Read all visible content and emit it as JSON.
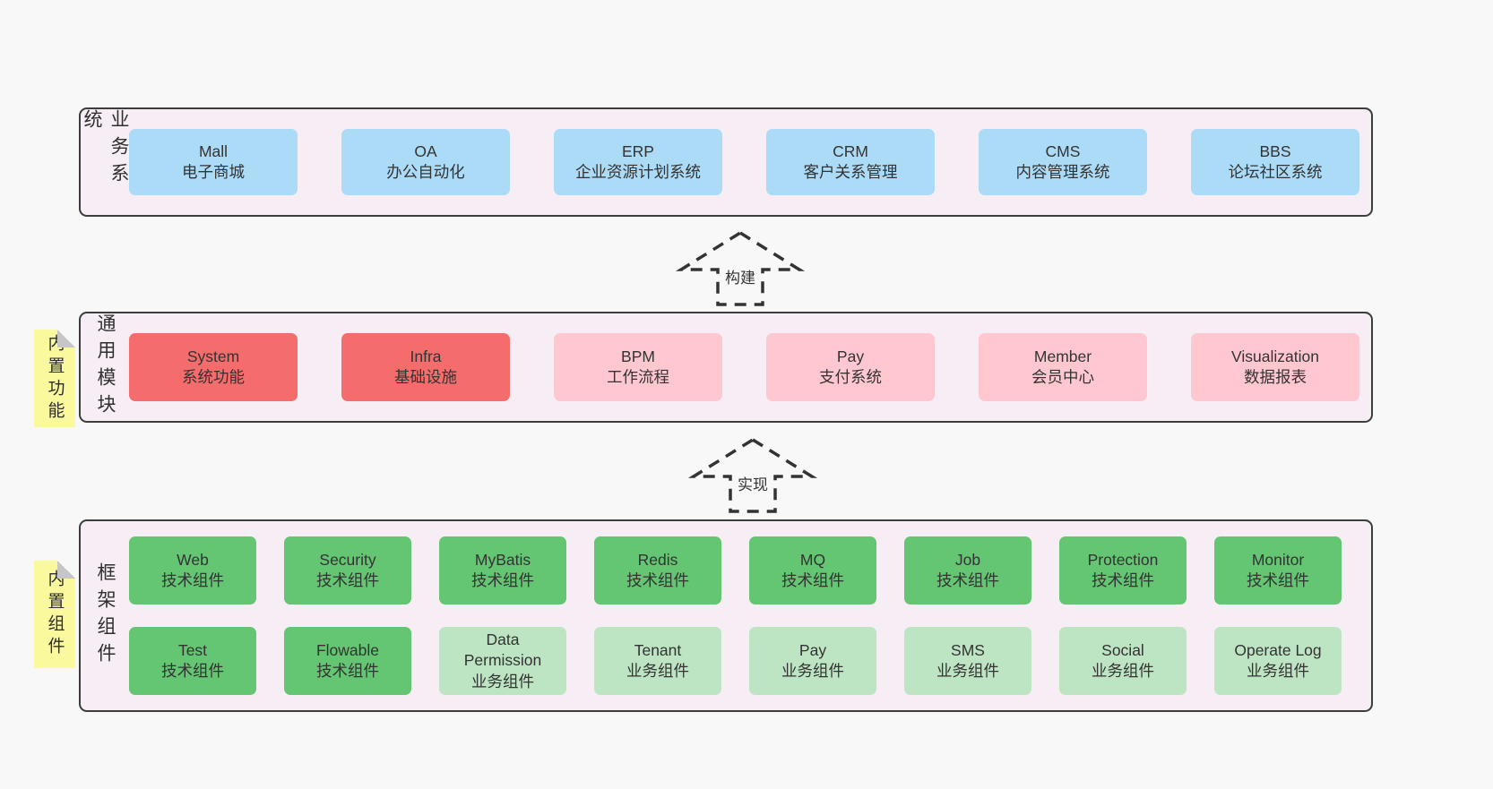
{
  "colors": {
    "page_bg": "#f8f8f8",
    "section_bg": "#f6edf5",
    "section_border": "#3d3d3d",
    "blue_box": "#abdbf7",
    "red_box": "#f56c6c",
    "pink_box": "#ffc8d1",
    "green_box": "#64c572",
    "light_green_box": "#bee5c3",
    "sticky_note": "#fbf99e",
    "text": "#333333"
  },
  "arrows": [
    {
      "label": "构建"
    },
    {
      "label": "实现"
    }
  ],
  "sections": [
    {
      "label": "业务系统",
      "sticky": null,
      "rows": [
        [
          {
            "name": "Mall",
            "desc": "电子商城",
            "variant": "blue"
          },
          {
            "name": "OA",
            "desc": "办公自动化",
            "variant": "blue"
          },
          {
            "name": "ERP",
            "desc": "企业资源计划系统",
            "variant": "blue"
          },
          {
            "name": "CRM",
            "desc": "客户关系管理",
            "variant": "blue"
          },
          {
            "name": "CMS",
            "desc": "内容管理系统",
            "variant": "blue"
          },
          {
            "name": "BBS",
            "desc": "论坛社区系统",
            "variant": "blue"
          }
        ]
      ]
    },
    {
      "label": "通用模块",
      "sticky": "内置功能",
      "rows": [
        [
          {
            "name": "System",
            "desc": "系统功能",
            "variant": "red"
          },
          {
            "name": "Infra",
            "desc": "基础设施",
            "variant": "red"
          },
          {
            "name": "BPM",
            "desc": "工作流程",
            "variant": "pink"
          },
          {
            "name": "Pay",
            "desc": "支付系统",
            "variant": "pink"
          },
          {
            "name": "Member",
            "desc": "会员中心",
            "variant": "pink"
          },
          {
            "name": "Visualization",
            "desc": "数据报表",
            "variant": "pink"
          }
        ]
      ]
    },
    {
      "label": "框架组件",
      "sticky": "内置组件",
      "rows": [
        [
          {
            "name": "Web",
            "desc": "技术组件",
            "variant": "green"
          },
          {
            "name": "Security",
            "desc": "技术组件",
            "variant": "green"
          },
          {
            "name": "MyBatis",
            "desc": "技术组件",
            "variant": "green"
          },
          {
            "name": "Redis",
            "desc": "技术组件",
            "variant": "green"
          },
          {
            "name": "MQ",
            "desc": "技术组件",
            "variant": "green"
          },
          {
            "name": "Job",
            "desc": "技术组件",
            "variant": "green"
          },
          {
            "name": "Protection",
            "desc": "技术组件",
            "variant": "green"
          },
          {
            "name": "Monitor",
            "desc": "技术组件",
            "variant": "green"
          }
        ],
        [
          {
            "name": "Test",
            "desc": "技术组件",
            "variant": "green"
          },
          {
            "name": "Flowable",
            "desc": "技术组件",
            "variant": "green"
          },
          {
            "name": "Data Permission",
            "desc": "业务组件",
            "variant": "lightgreen"
          },
          {
            "name": "Tenant",
            "desc": "业务组件",
            "variant": "lightgreen"
          },
          {
            "name": "Pay",
            "desc": "业务组件",
            "variant": "lightgreen"
          },
          {
            "name": "SMS",
            "desc": "业务组件",
            "variant": "lightgreen"
          },
          {
            "name": "Social",
            "desc": "业务组件",
            "variant": "lightgreen"
          },
          {
            "name": "Operate Log",
            "desc": "业务组件",
            "variant": "lightgreen"
          }
        ]
      ]
    }
  ]
}
